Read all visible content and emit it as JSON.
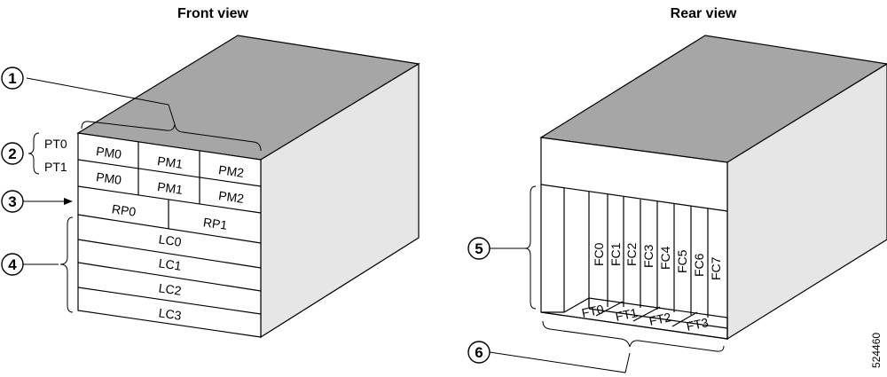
{
  "titles": {
    "front": "Front view",
    "rear": "Rear view"
  },
  "colors": {
    "top_face": "#a6a6a6",
    "side_face": "#e6e6e6",
    "front_face": "#ffffff",
    "line": "#000000"
  },
  "front": {
    "callouts": [
      "1",
      "2",
      "3",
      "4"
    ],
    "pt_labels": [
      "PT0",
      "PT1"
    ],
    "row1": [
      "PM0",
      "PM1",
      "PM2"
    ],
    "row2": [
      "PM0",
      "PM1",
      "PM2"
    ],
    "rp": [
      "RP0",
      "RP1"
    ],
    "lc": [
      "LC0",
      "LC1",
      "LC2",
      "LC3"
    ]
  },
  "rear": {
    "callouts": [
      "5",
      "6"
    ],
    "fc": [
      "FC0",
      "FC1",
      "FC2",
      "FC3",
      "FC4",
      "FC5",
      "FC6",
      "FC7"
    ],
    "ft": [
      "FT0",
      "FT1",
      "FT2",
      "FT3"
    ]
  },
  "figure_id": "524460"
}
